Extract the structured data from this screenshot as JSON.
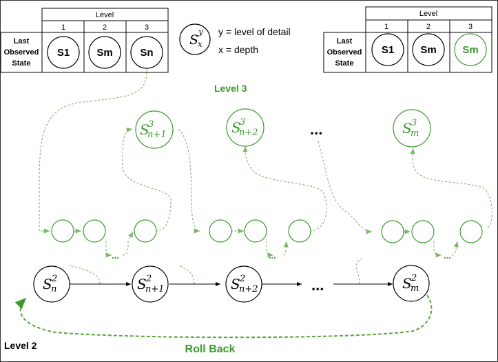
{
  "table_left": {
    "header": "Level",
    "columns": [
      "1",
      "2",
      "3"
    ],
    "row_label": [
      "Last",
      "Observed",
      "State"
    ],
    "cells": [
      "S1",
      "Sm",
      "Sn"
    ],
    "highlighted": [
      false,
      false,
      false
    ]
  },
  "table_right": {
    "header": "Level",
    "columns": [
      "1",
      "2",
      "3"
    ],
    "row_label": [
      "Last",
      "Observed",
      "State"
    ],
    "cells": [
      "S1",
      "Sm",
      "Sm"
    ],
    "highlighted": [
      false,
      false,
      true
    ]
  },
  "notation": {
    "symbol": "S",
    "superscript": "y",
    "subscript": "x",
    "line1": "y = level of detail",
    "line2": "x = depth"
  },
  "level3": {
    "label": "Level 3",
    "nodes": [
      {
        "base": "S",
        "sup": "3",
        "sub": "n+1"
      },
      {
        "base": "S",
        "sup": "3",
        "sub": "n+2"
      },
      {
        "base": "S",
        "sup": "3",
        "sub": "m"
      }
    ],
    "ellipsis": "..."
  },
  "sub_chain_ellipsis": "...",
  "level2": {
    "label": "Level 2",
    "nodes": [
      {
        "base": "S",
        "sup": "2",
        "sub": "n"
      },
      {
        "base": "S",
        "sup": "2",
        "sub": "n+1"
      },
      {
        "base": "S",
        "sup": "2",
        "sub": "n+2"
      },
      {
        "base": "S",
        "sup": "2",
        "sub": "m"
      }
    ],
    "ellipsis": "..."
  },
  "roll_back": "Roll Back",
  "colors": {
    "green": "#3a9a2a",
    "dashed_green": "#8cb87a",
    "black": "#000000"
  }
}
